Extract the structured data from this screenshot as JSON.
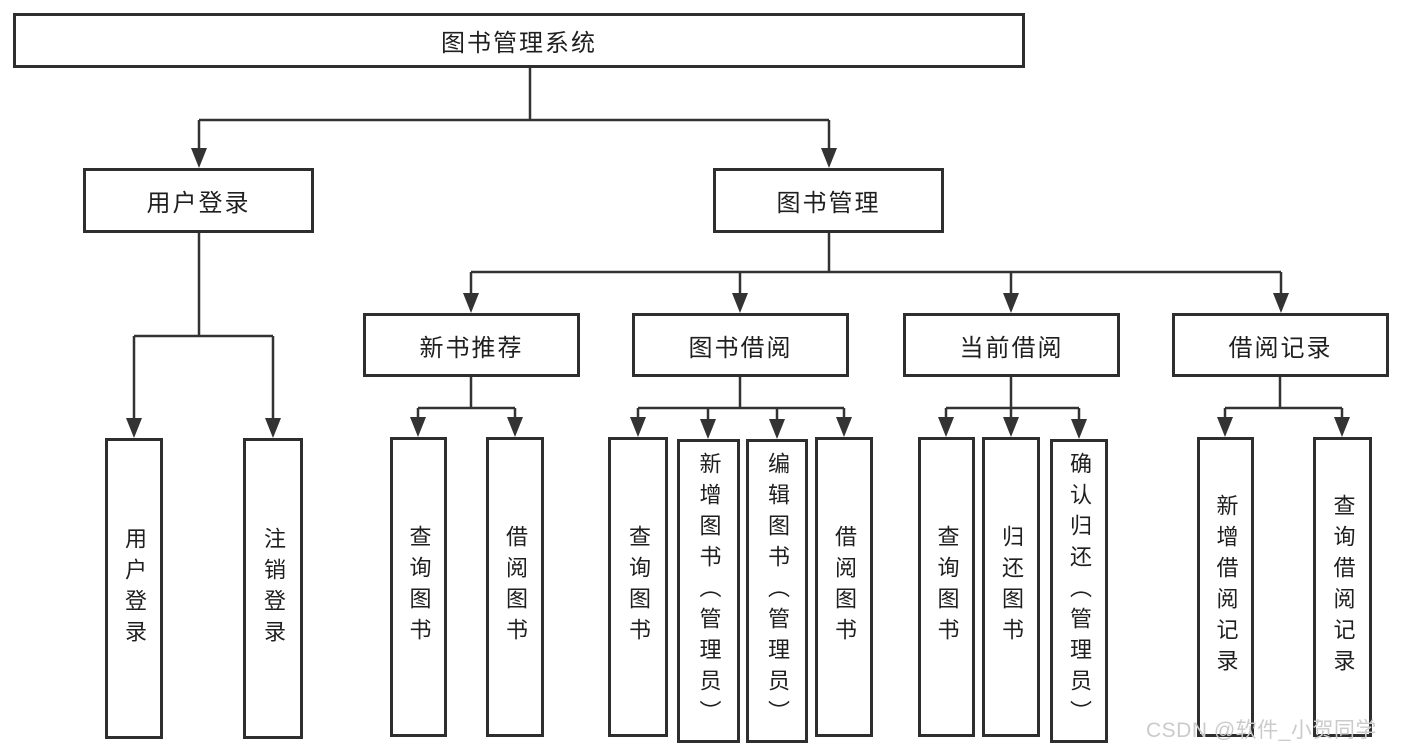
{
  "diagram": {
    "root": {
      "label": "图书管理系统"
    },
    "branches": [
      {
        "label": "用户登录",
        "leaves": [
          {
            "label": "用户登录"
          },
          {
            "label": "注销登录"
          }
        ]
      },
      {
        "label": "图书管理",
        "sections": [
          {
            "label": "新书推荐",
            "leaves": [
              {
                "label": "查询图书"
              },
              {
                "label": "借阅图书"
              }
            ]
          },
          {
            "label": "图书借阅",
            "leaves": [
              {
                "label": "查询图书"
              },
              {
                "label": "新增图书（管理员）"
              },
              {
                "label": "编辑图书（管理员）"
              },
              {
                "label": "借阅图书"
              }
            ]
          },
          {
            "label": "当前借阅",
            "leaves": [
              {
                "label": "查询图书"
              },
              {
                "label": "归还图书"
              },
              {
                "label": "确认归还（管理员）"
              }
            ]
          },
          {
            "label": "借阅记录",
            "leaves": [
              {
                "label": "新增借阅记录"
              },
              {
                "label": "查询借阅记录"
              }
            ]
          }
        ]
      }
    ]
  },
  "watermark": {
    "text": "CSDN @软件_小贺同学",
    "color": "#cbcbcb"
  },
  "colors": {
    "box_border": "#2e2e2e",
    "connector_line": "#333333",
    "label_text": "#1f1f1f",
    "canvas_background": "#ffffff"
  }
}
